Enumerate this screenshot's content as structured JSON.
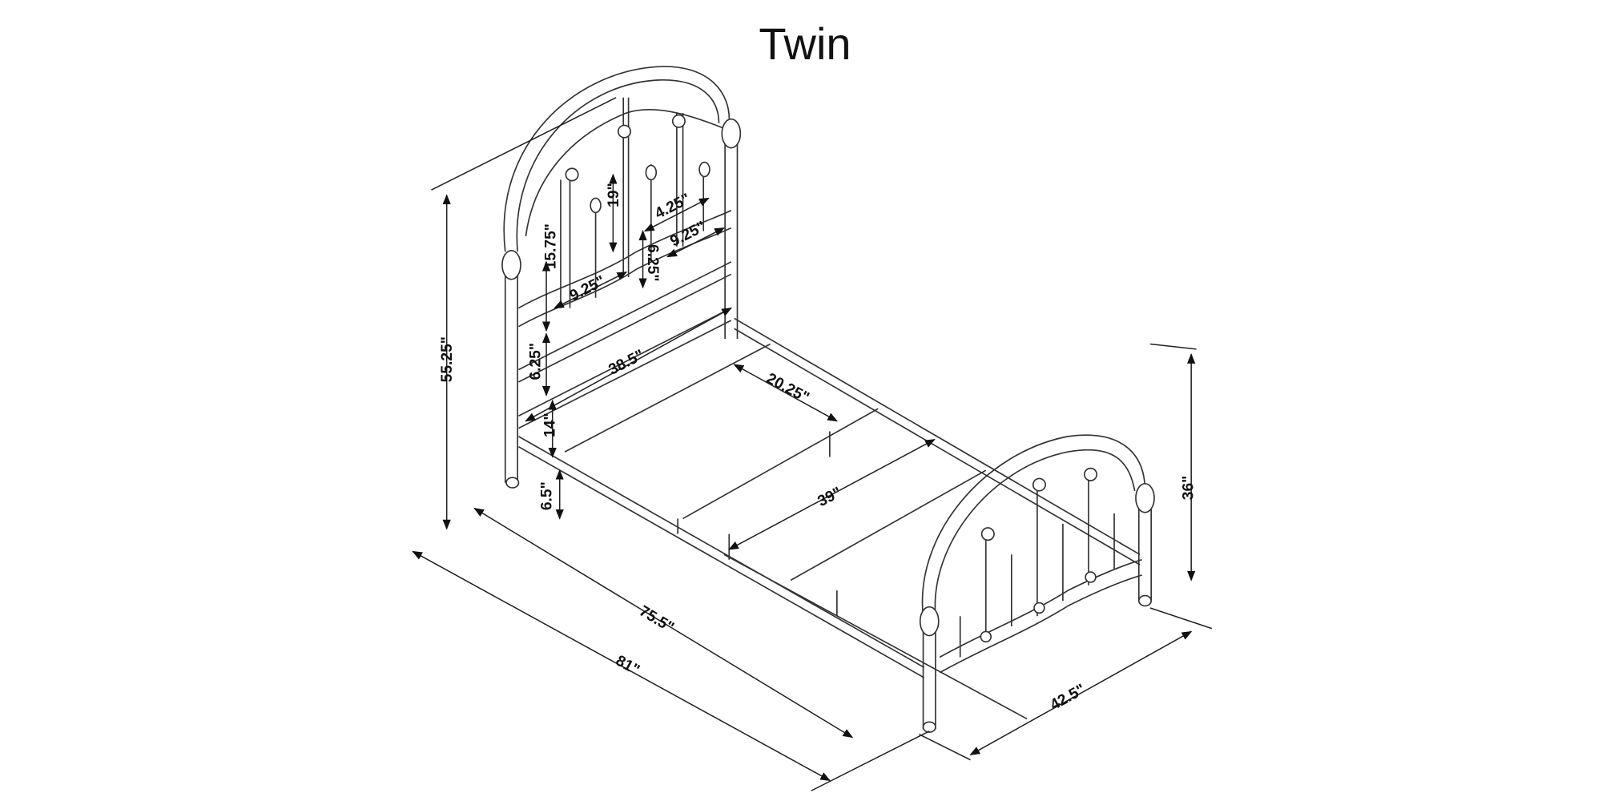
{
  "title": "Twin",
  "dimensions": {
    "overall_height": "55.25\"",
    "headboard_side_bar": "15.75\"",
    "headboard_center_bar": "19\"",
    "bar_spacing_top": "4.25\"",
    "panel_width_right": "9.25\"",
    "panel_width_left": "9.25\"",
    "panel_height_center": "6.25\"",
    "panel_height_lower": "6.25\"",
    "headboard_inner_width": "38.5\"",
    "slat_spacing": "20.25\"",
    "rail_to_floor_gap": "14\"",
    "leg_height": "6.5\"",
    "inner_width": "39\"",
    "inner_length": "75.5\"",
    "overall_length": "81\"",
    "overall_width": "42.5\"",
    "footboard_height": "36\""
  }
}
